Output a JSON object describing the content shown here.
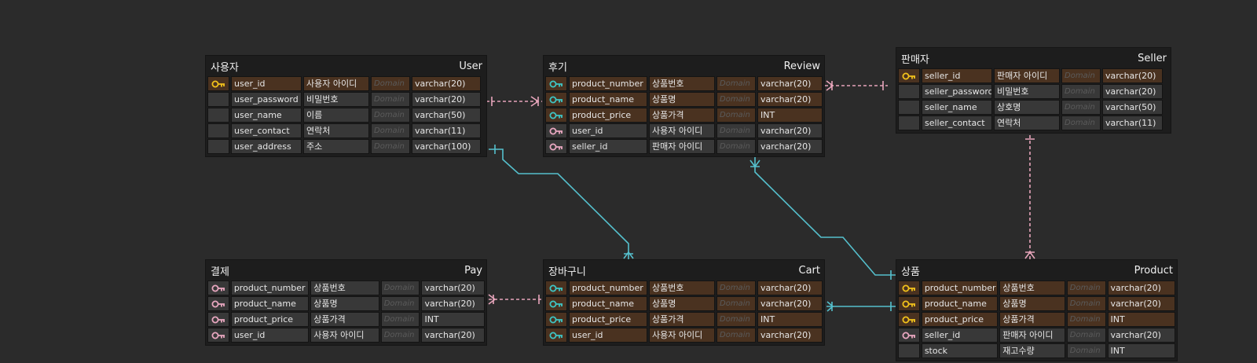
{
  "colors": {
    "background": "#2b2b2b",
    "table": "#1d1d1d",
    "pk_row": "#4a3220",
    "row": "#383838",
    "key_yellow": "#f2c21b",
    "key_teal": "#3ec5c5",
    "key_pink": "#e9a7c0",
    "rel_teal": "#55c0cd",
    "rel_pink": "#e7a5bb"
  },
  "tables": {
    "user": {
      "korean": "사용자",
      "english": "User",
      "rows": [
        {
          "key": "yellow-key",
          "name": "user_id",
          "label": "사용자 아이디",
          "domain": "Domain",
          "type": "varchar(20)",
          "pk": true
        },
        {
          "key": "",
          "name": "user_password",
          "label": "비밀번호",
          "domain": "Domain",
          "type": "varchar(20)",
          "pk": false
        },
        {
          "key": "",
          "name": "user_name",
          "label": "이름",
          "domain": "Domain",
          "type": "varchar(50)",
          "pk": false
        },
        {
          "key": "",
          "name": "user_contact",
          "label": "연락처",
          "domain": "Domain",
          "type": "varchar(11)",
          "pk": false
        },
        {
          "key": "",
          "name": "user_address",
          "label": "주소",
          "domain": "Domain",
          "type": "varchar(100)",
          "pk": false
        }
      ]
    },
    "review": {
      "korean": "후기",
      "english": "Review",
      "rows": [
        {
          "key": "teal-key",
          "name": "product_number",
          "label": "상품번호",
          "domain": "Domain",
          "type": "varchar(20)",
          "pk": true
        },
        {
          "key": "teal-key",
          "name": "product_name",
          "label": "상품명",
          "domain": "Domain",
          "type": "varchar(20)",
          "pk": true
        },
        {
          "key": "teal-key",
          "name": "product_price",
          "label": "상품가격",
          "domain": "Domain",
          "type": "INT",
          "pk": true
        },
        {
          "key": "pink-key",
          "name": "user_id",
          "label": "사용자 아이디",
          "domain": "Domain",
          "type": "varchar(20)",
          "pk": false
        },
        {
          "key": "pink-key",
          "name": "seller_id",
          "label": "판매자 아이디",
          "domain": "Domain",
          "type": "varchar(20)",
          "pk": false
        }
      ]
    },
    "seller": {
      "korean": "판매자",
      "english": "Seller",
      "rows": [
        {
          "key": "yellow-key",
          "name": "seller_id",
          "label": "판매자 아이디",
          "domain": "Domain",
          "type": "varchar(20)",
          "pk": true
        },
        {
          "key": "",
          "name": "seller_password",
          "label": "비밀번호",
          "domain": "Domain",
          "type": "varchar(20)",
          "pk": false
        },
        {
          "key": "",
          "name": "seller_name",
          "label": "상호명",
          "domain": "Domain",
          "type": "varchar(50)",
          "pk": false
        },
        {
          "key": "",
          "name": "seller_contact",
          "label": "연락처",
          "domain": "Domain",
          "type": "varchar(11)",
          "pk": false
        }
      ]
    },
    "pay": {
      "korean": "결제",
      "english": "Pay",
      "rows": [
        {
          "key": "pink-key",
          "name": "product_number",
          "label": "상품번호",
          "domain": "Domain",
          "type": "varchar(20)",
          "pk": false
        },
        {
          "key": "pink-key",
          "name": "product_name",
          "label": "상품명",
          "domain": "Domain",
          "type": "varchar(20)",
          "pk": false
        },
        {
          "key": "pink-key",
          "name": "product_price",
          "label": "상품가격",
          "domain": "Domain",
          "type": "INT",
          "pk": false
        },
        {
          "key": "pink-key",
          "name": "user_id",
          "label": "사용자 아이디",
          "domain": "Domain",
          "type": "varchar(20)",
          "pk": false
        }
      ]
    },
    "cart": {
      "korean": "장바구니",
      "english": "Cart",
      "rows": [
        {
          "key": "teal-key",
          "name": "product_number",
          "label": "상품번호",
          "domain": "Domain",
          "type": "varchar(20)",
          "pk": true
        },
        {
          "key": "teal-key",
          "name": "product_name",
          "label": "상품명",
          "domain": "Domain",
          "type": "varchar(20)",
          "pk": true
        },
        {
          "key": "teal-key",
          "name": "product_price",
          "label": "상품가격",
          "domain": "Domain",
          "type": "INT",
          "pk": true
        },
        {
          "key": "teal-key",
          "name": "user_id",
          "label": "사용자 아이디",
          "domain": "Domain",
          "type": "varchar(20)",
          "pk": true
        }
      ]
    },
    "product": {
      "korean": "상품",
      "english": "Product",
      "rows": [
        {
          "key": "yellow-key",
          "name": "product_number",
          "label": "상품번호",
          "domain": "Domain",
          "type": "varchar(20)",
          "pk": true
        },
        {
          "key": "yellow-key",
          "name": "product_name",
          "label": "상품명",
          "domain": "Domain",
          "type": "varchar(20)",
          "pk": true
        },
        {
          "key": "yellow-key",
          "name": "product_price",
          "label": "상품가격",
          "domain": "Domain",
          "type": "INT",
          "pk": true
        },
        {
          "key": "pink-key",
          "name": "seller_id",
          "label": "판매자 아이디",
          "domain": "Domain",
          "type": "varchar(20)",
          "pk": false
        },
        {
          "key": "",
          "name": "stock",
          "label": "재고수량",
          "domain": "Domain",
          "type": "INT",
          "pk": false
        }
      ]
    }
  }
}
